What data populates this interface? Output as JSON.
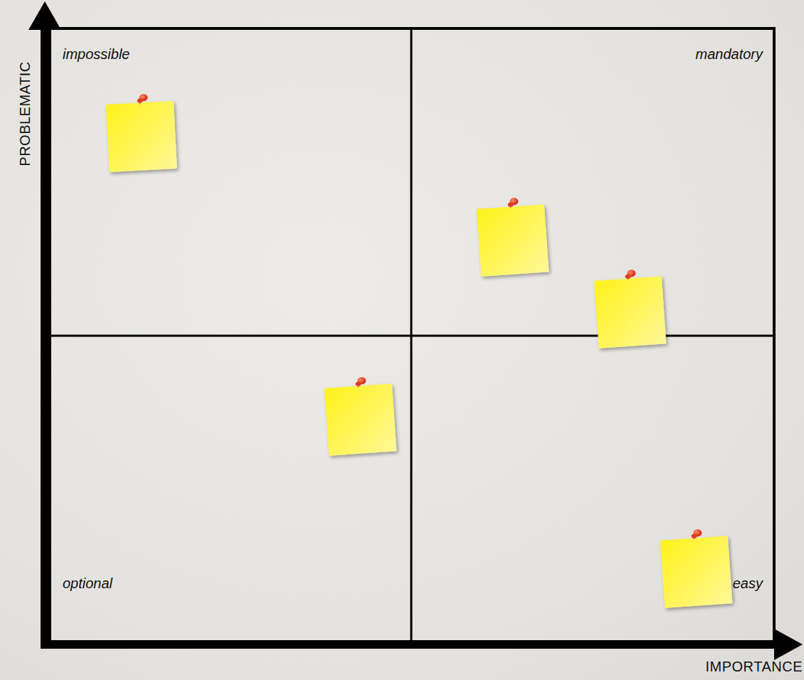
{
  "diagram": {
    "labels": [
      "PROBLEMATIC",
      "impossible",
      "mandatory",
      "optional",
      "easy",
      "IMPORTANCE"
    ]
  }
}
